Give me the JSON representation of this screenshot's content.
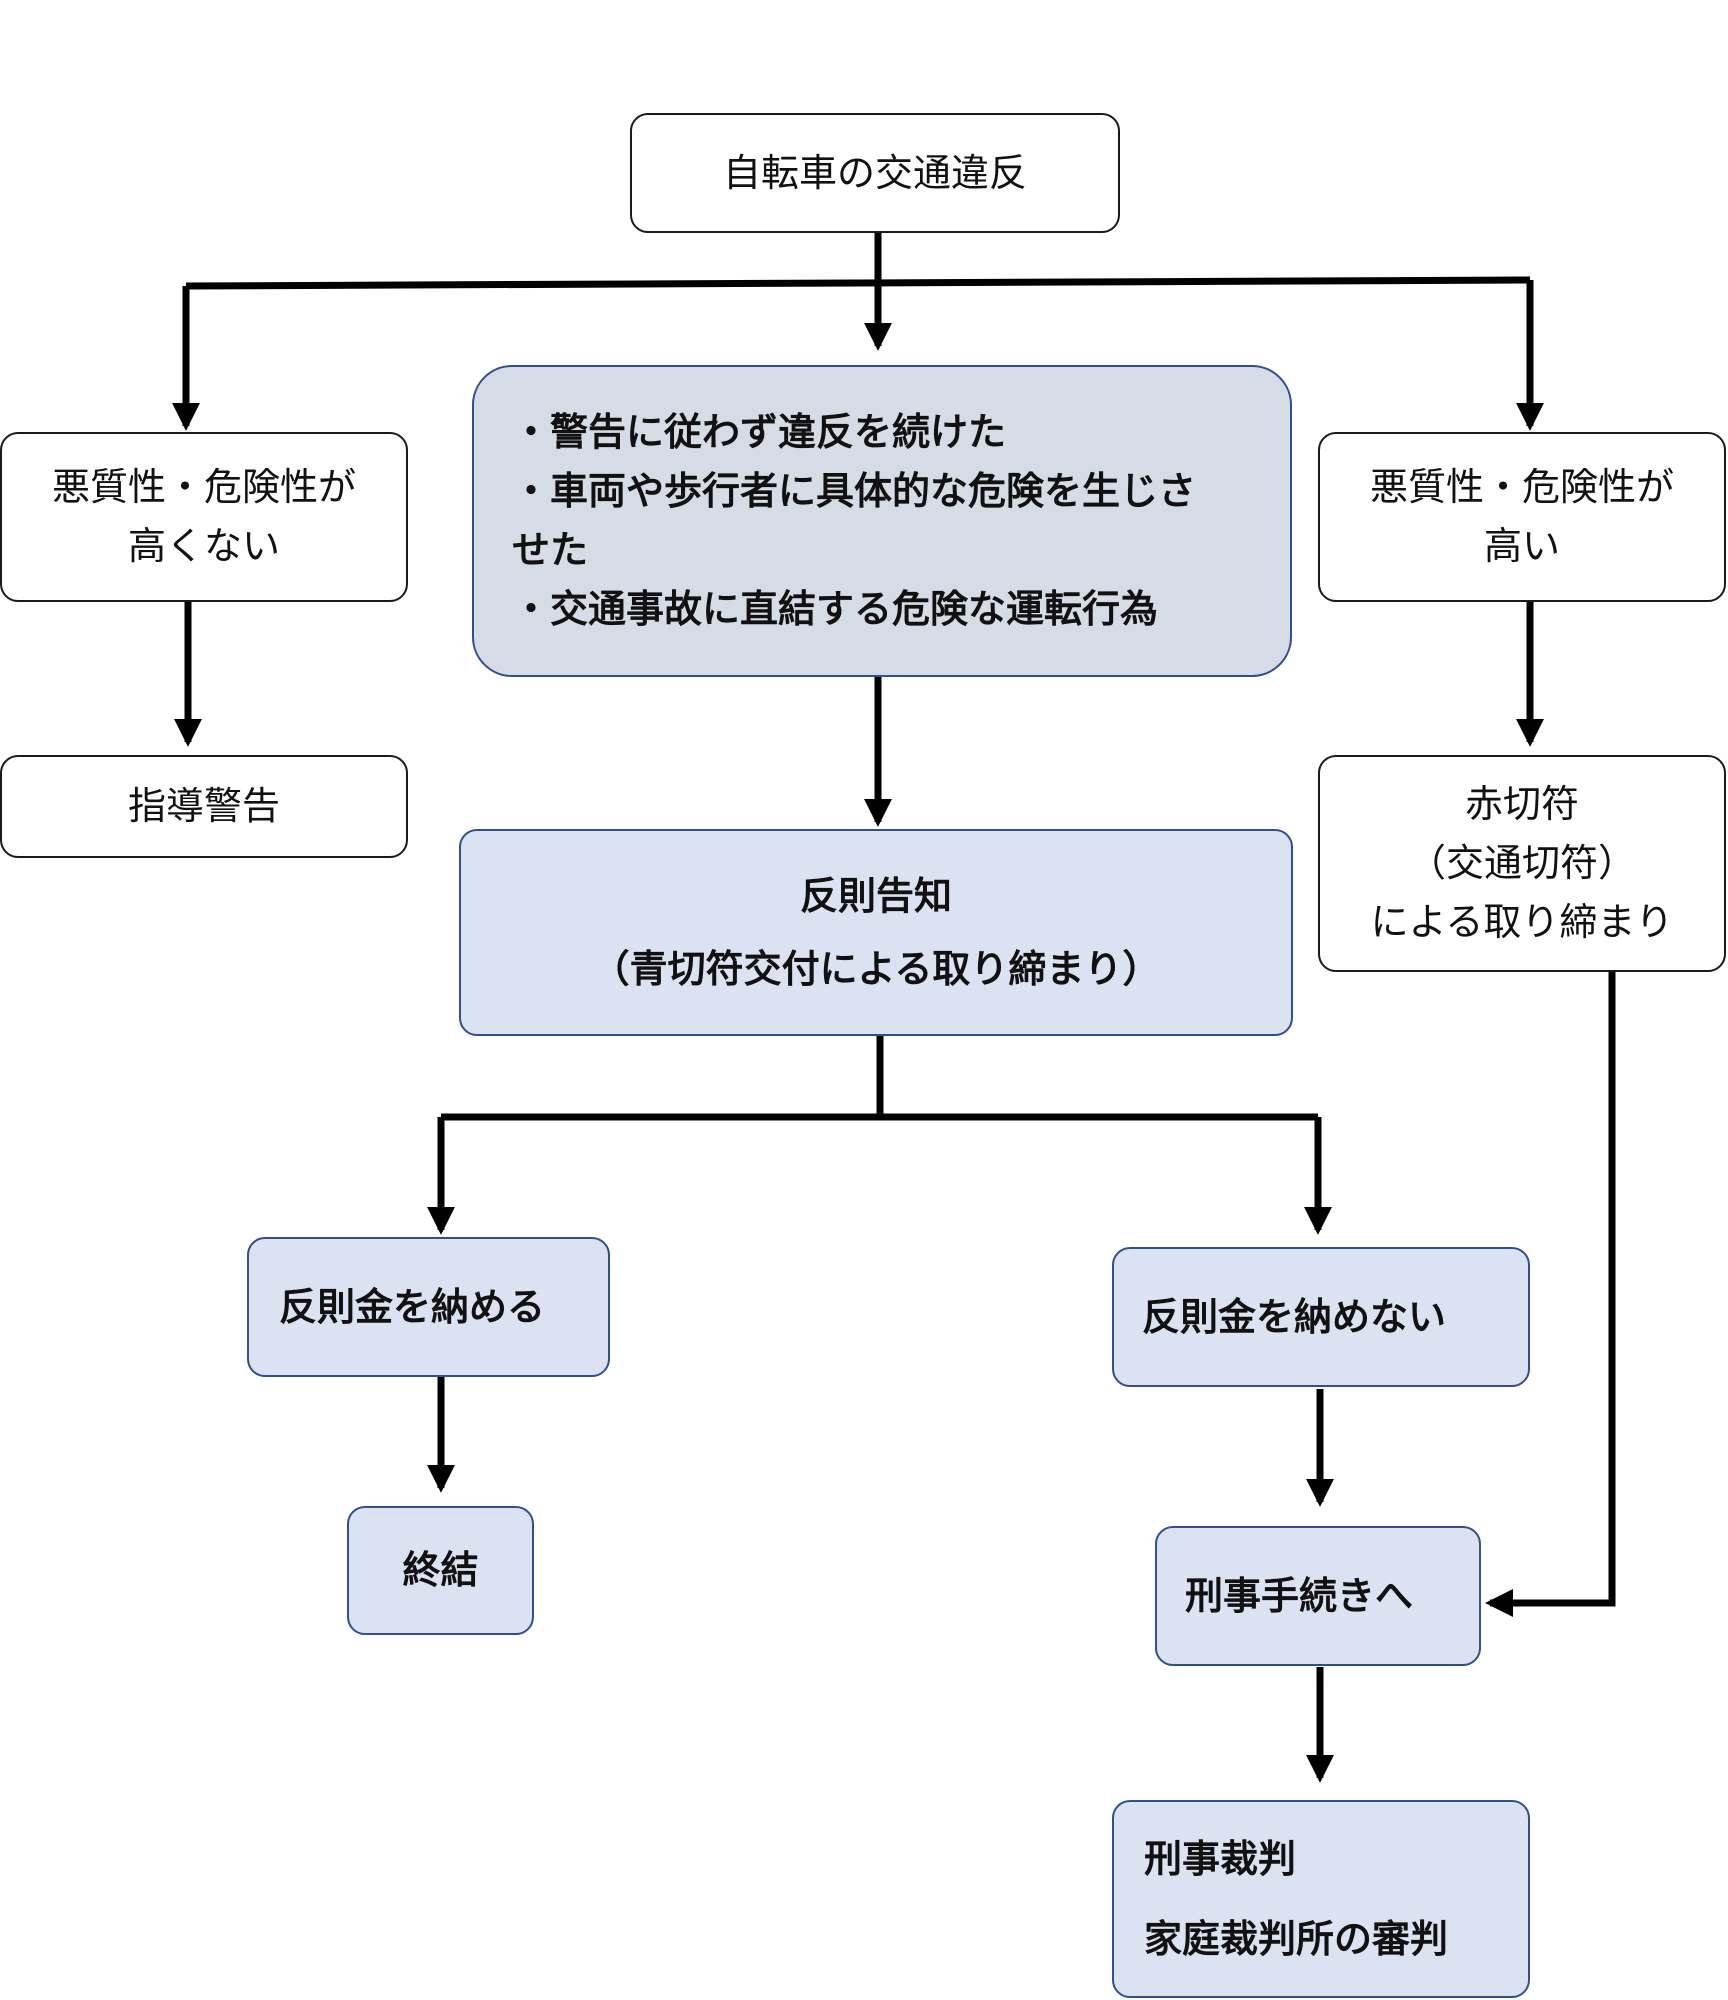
{
  "nodes": {
    "top": {
      "text": "自転車の交通違反"
    },
    "low_risk": {
      "line1": "悪質性・危険性が",
      "line2": "高くない"
    },
    "conditions": {
      "line1": "・警告に従わず違反を続けた",
      "line2": "・車両や歩行者に具体的な危険を生じさ",
      "line3": "せた",
      "line4": "・交通事故に直結する危険な運転行為"
    },
    "high_risk": {
      "line1": "悪質性・危険性が",
      "line2": "高い"
    },
    "guidance": {
      "text": "指導警告"
    },
    "red_ticket": {
      "line1": "赤切符",
      "line2": "（交通切符）",
      "line3": "による取り締まり"
    },
    "notice": {
      "line1": "反則告知",
      "line2": "（青切符交付による取り締まり）"
    },
    "pay": {
      "text": "反則金を納める"
    },
    "not_pay": {
      "text": "反則金を納めない"
    },
    "end": {
      "text": "終結"
    },
    "criminal_procedure": {
      "text": "刑事手続きへ"
    },
    "trial": {
      "line1": "刑事裁判",
      "line2": "家庭裁判所の審判"
    }
  },
  "colors": {
    "line": "#000000",
    "box_border_dark": "#1a1a1a",
    "box_border_blue": "#2f4f8f",
    "fill_blue": "#dbe3f2",
    "fill_grey": "#d6dce6"
  }
}
